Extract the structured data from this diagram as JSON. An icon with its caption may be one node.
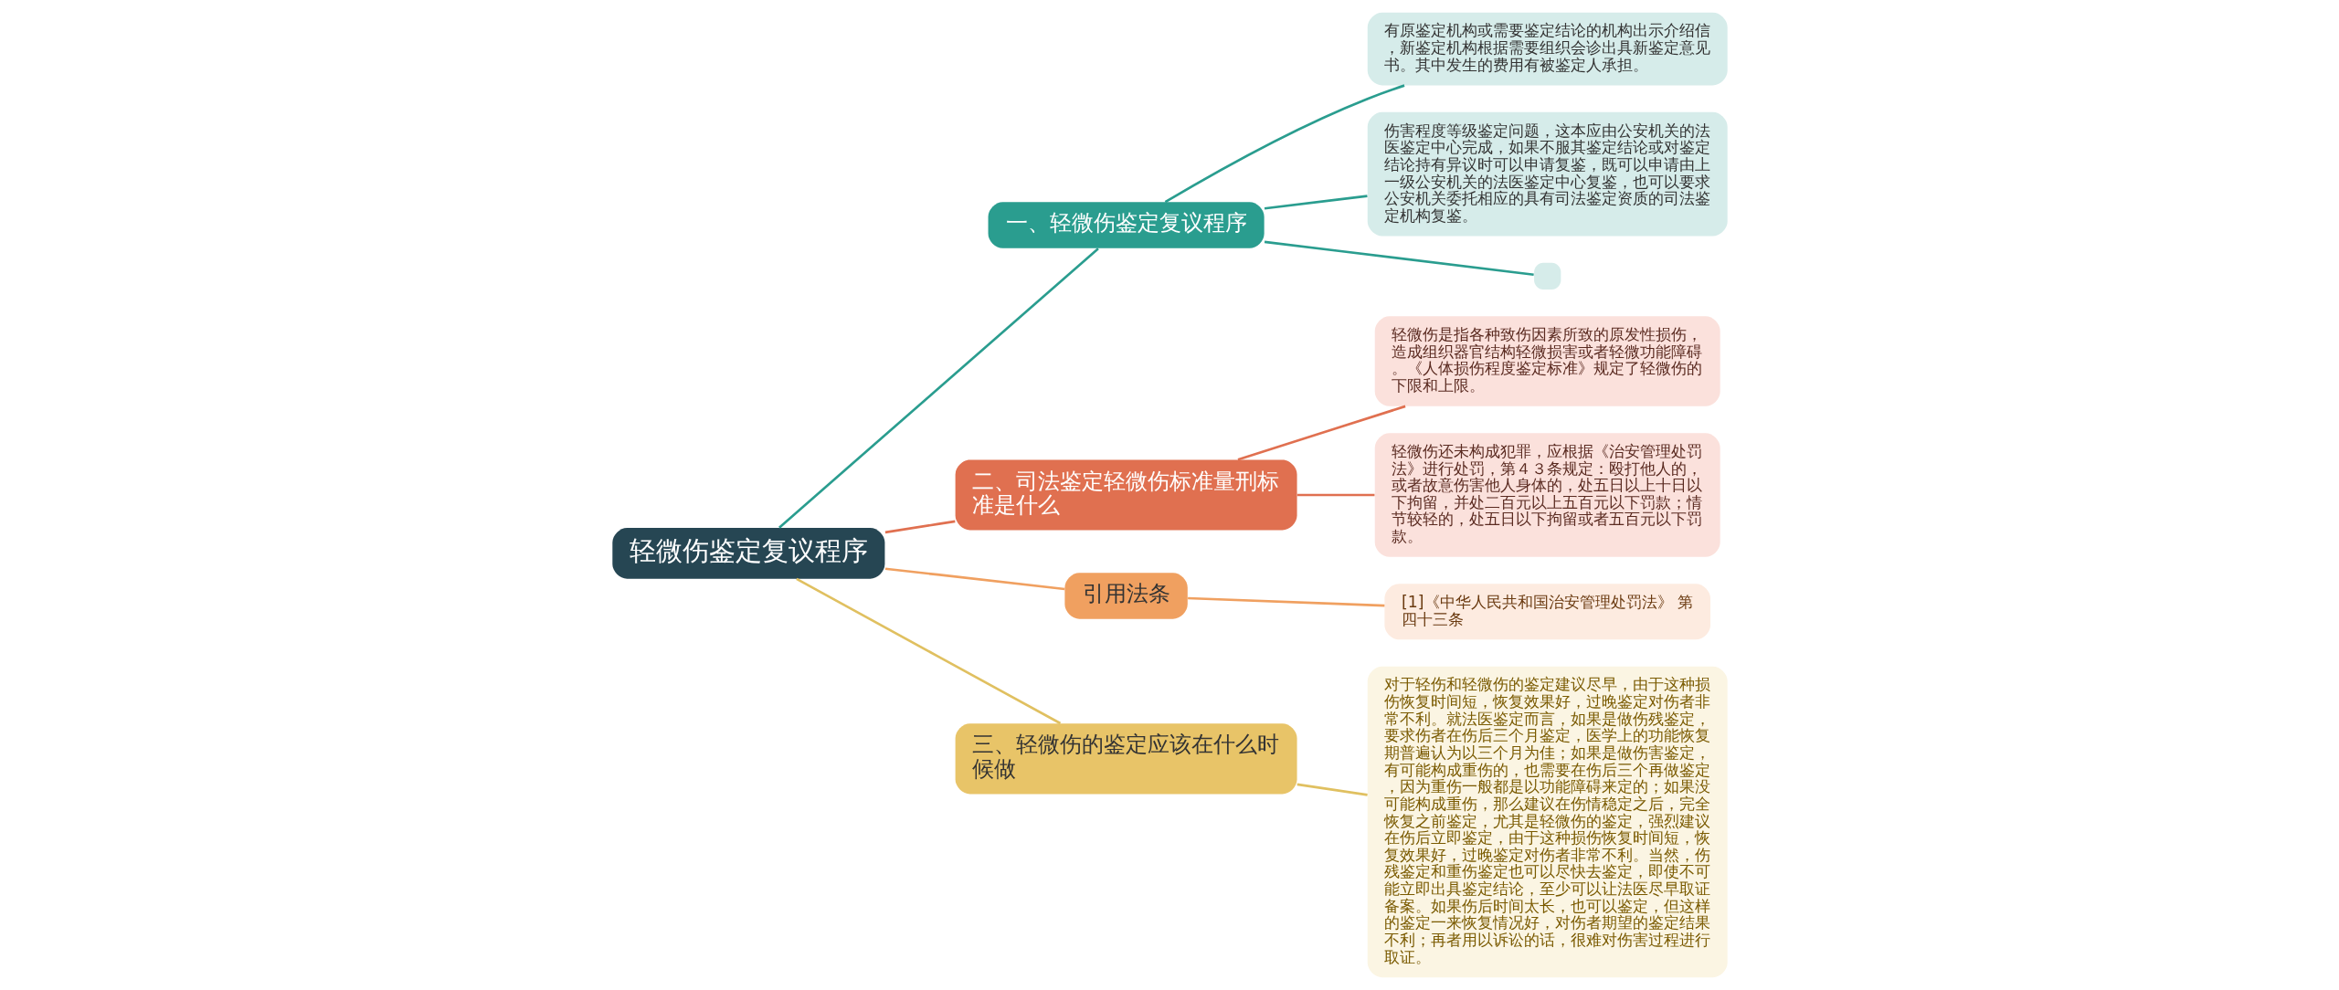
{
  "diagram": {
    "nodes": [
      {
        "text": [
          "轻微伤鉴定复议程序"
        ]
      },
      {
        "text": [
          "一、轻微伤鉴定复议程序"
        ]
      },
      {
        "text": [
          "有原鉴定机构或需要鉴定结论的机构出示介绍信，新鉴定机构根据需要组织会诊出具新鉴定意见书。其中发生的费用有被鉴定人承担。"
        ]
      },
      {
        "text": [
          "伤害程度等级鉴定问题，这本应由公安机关的法医鉴定中心完成，如果不服其鉴定结论或对鉴定结论持有异议时可以申请复鉴，既可以申请由上一级公安机关的法医鉴定中心复鉴，也可以要求公安机关委托相应的具有司法鉴定资质的司法鉴定机构复鉴。"
        ]
      },
      {
        "text": [],
        "shape": "box"
      },
      {
        "text": [
          "二、司法鉴定轻微伤标准量刑标准是什么"
        ]
      },
      {
        "text": [
          "轻微伤是指各种致伤因素所致的原发性损伤，造成组织器官结构轻微损害或者轻微功能障碍。《人体损伤程度鉴定标准》规定了轻微伤的下限和上限。"
        ]
      },
      {
        "text": [
          "轻微伤还未构成犯罪，应根据《治安管理处罚法》进行处罚，第４３条规定：殴打他人的，或者故意伤害他人身体的，处五日以上十日以下拘留，并处二百元以上五百元以下罚款；情节较轻的，处五日以下拘留或者五百元以下罚款。"
        ]
      },
      {
        "text": [
          "引用法条"
        ]
      },
      {
        "text": [
          "[1]《中华人民共和国治安管理处罚法》 第四十三条"
        ]
      },
      {
        "text": [
          "三、轻微伤的鉴定应该在什么时候做"
        ]
      },
      {
        "text": [
          "对于轻伤和轻微伤的鉴定建议尽早，由于这种损伤恢复时间短，恢复效果好，过晚鉴定对伤者非常不利。就法医鉴定而言，如果是做伤残鉴定，要求伤者在伤后三个月鉴定，医学上的功能恢复期普遍认为以三个月为佳；如果是做伤害鉴定，有可能构成重伤的，也需要在伤后三个再做鉴定，因为重伤一般都是以功能障碍来定的；如果没可能构成重伤，那么建议在伤情稳定之后，完全恢复之前鉴定，尤其是轻微伤的鉴定，强烈建议在伤后立即鉴定，由于这种损伤恢复时间短，恢复效果好，过晚鉴定对伤者非常不利。当然，伤残鉴定和重伤鉴定也可以尽快去鉴定，即使不可能立即出具鉴定结论，至少可以让法医尽早取证备案。如果伤后时间太长，也可以鉴定，但这样的鉴定一来恢复情况好，对伤者期望的鉴定结果不利；再者用以诉讼的话，很难对伤害过程进行取证。"
        ]
      }
    ],
    "edges": [
      {
        "from": 0,
        "to": 1,
        "arrow": "none",
        "color": "#2a9d8f"
      },
      {
        "from": 1,
        "to": 2,
        "arrow": "none",
        "color": "#2a9d8f"
      },
      {
        "from": 1,
        "to": 3,
        "arrow": "none",
        "color": "#2a9d8f"
      },
      {
        "from": 1,
        "to": 4,
        "arrow": "none",
        "color": "#2a9d8f"
      },
      {
        "from": 0,
        "to": 5,
        "arrow": "none",
        "color": "#e07050"
      },
      {
        "from": 5,
        "to": 6,
        "arrow": "none",
        "color": "#e07050"
      },
      {
        "from": 5,
        "to": 7,
        "arrow": "none",
        "color": "#e07050"
      },
      {
        "from": 0,
        "to": 8,
        "arrow": "none",
        "color": "#f0a060"
      },
      {
        "from": 8,
        "to": 9,
        "arrow": "none",
        "color": "#f0a060"
      },
      {
        "from": 0,
        "to": 10,
        "arrow": "none",
        "color": "#e0c060"
      },
      {
        "from": 10,
        "to": 11,
        "arrow": "none",
        "color": "#e0c060"
      }
    ]
  }
}
